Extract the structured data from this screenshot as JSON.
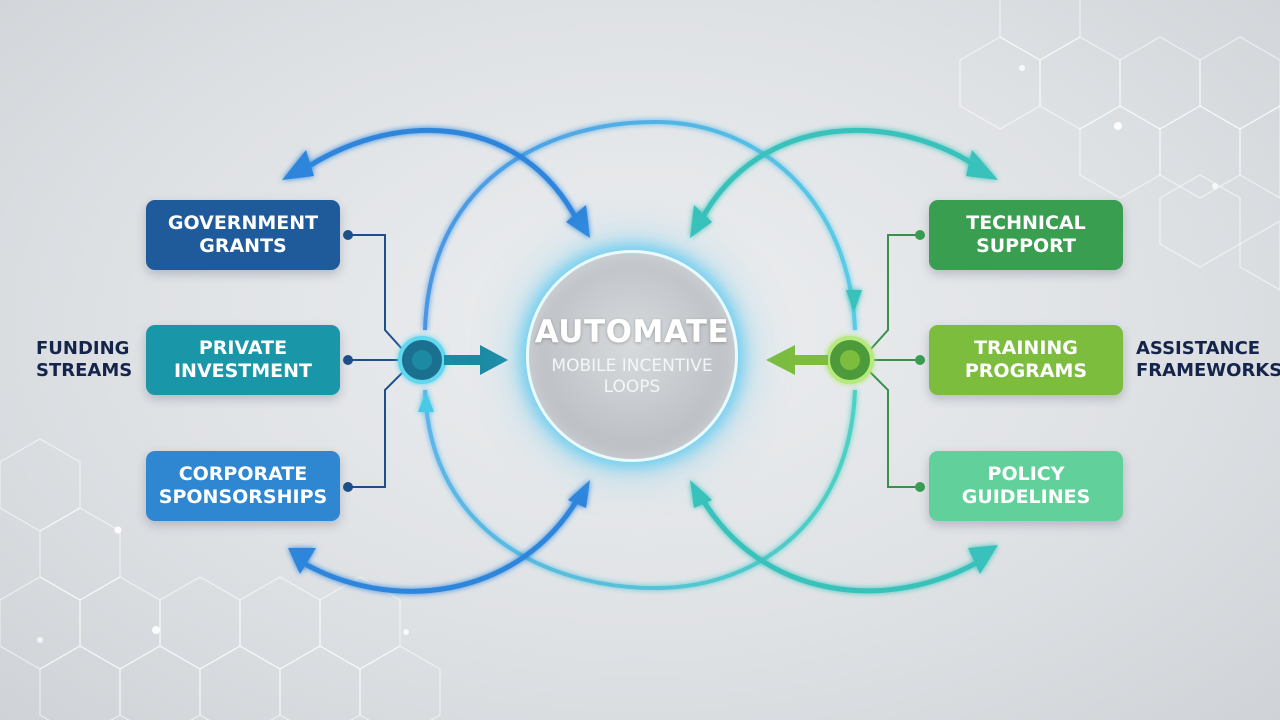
{
  "center": {
    "title": "AUTOMATE",
    "subtitle": "MOBILE INCENTIVE\nLOOPS"
  },
  "left_group": {
    "label": "FUNDING\nSTREAMS",
    "items": [
      {
        "label": "GOVERNMENT\nGRANTS",
        "color": "#1f5a9a"
      },
      {
        "label": "PRIVATE\nINVESTMENT",
        "color": "#1996a8"
      },
      {
        "label": "CORPORATE\nSPONSORSHIPS",
        "color": "#2f86d1"
      }
    ]
  },
  "right_group": {
    "label": "ASSISTANCE\nFRAMEWORKS",
    "items": [
      {
        "label": "TECHNICAL\nSUPPORT",
        "color": "#3a9e50"
      },
      {
        "label": "TRAINING\nPROGRAMS",
        "color": "#7cbd3e"
      },
      {
        "label": "POLICY\nGUIDELINES",
        "color": "#62d09a"
      }
    ]
  },
  "colors": {
    "blue_arc": "#2f8fe0",
    "teal_arc": "#36c9c6",
    "green_arc": "#7cc443",
    "hub_glow": "#5ac8f0",
    "label_text": "#14244a"
  }
}
